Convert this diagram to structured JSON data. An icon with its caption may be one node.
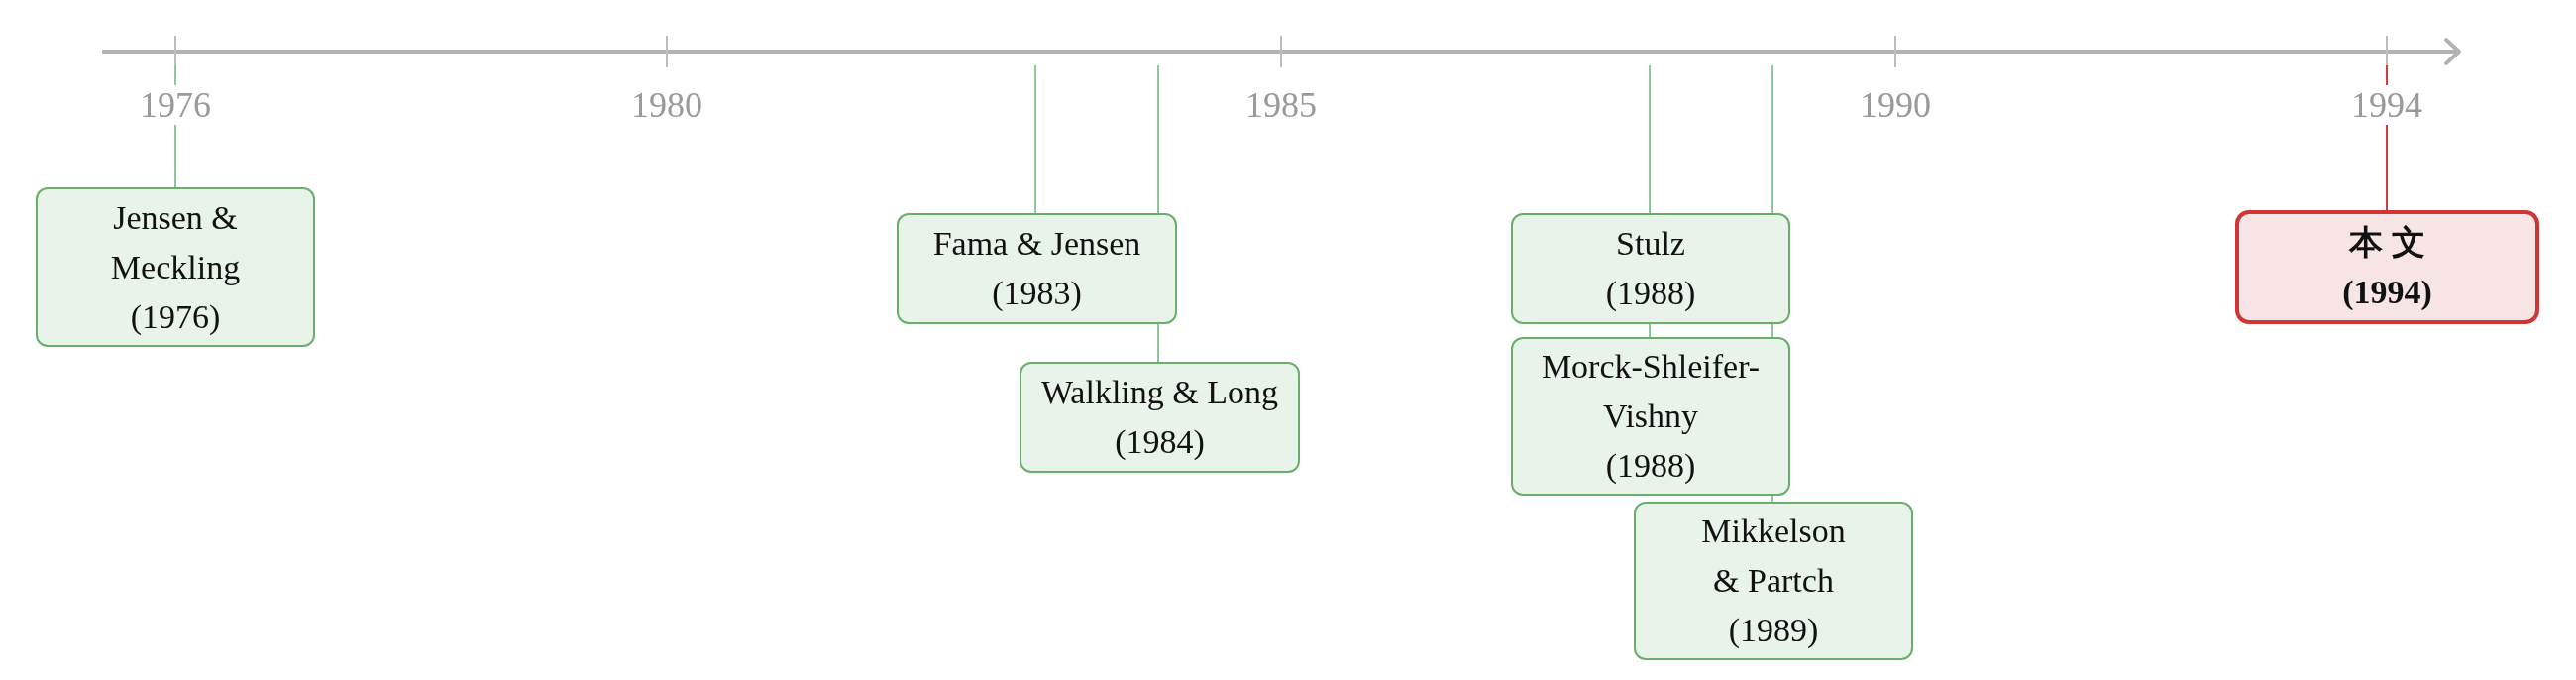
{
  "diagram": {
    "nodes": [
      {
        "text": [
          "Jensen & Meckling",
          "(1976)"
        ]
      },
      {
        "text": [
          "Fama & Jensen",
          "(1983)"
        ]
      },
      {
        "text": [
          "Walkling & Long",
          "(1984)"
        ]
      },
      {
        "text": [
          "Stulz",
          "(1988)"
        ]
      },
      {
        "text": [
          "Morck-Shleifer-Vishny",
          "(1988)"
        ]
      },
      {
        "text": [
          "Mikkelson & Partch",
          "(1989)"
        ]
      },
      {
        "text": [
          "本 文",
          "(1994)"
        ]
      }
    ],
    "edges": [
      {
        "from": null,
        "to": 0,
        "arrow": "none"
      },
      {
        "from": null,
        "to": 1,
        "arrow": "none"
      },
      {
        "from": null,
        "to": 2,
        "arrow": "none"
      },
      {
        "from": null,
        "to": 3,
        "arrow": "none"
      },
      {
        "from": null,
        "to": 4,
        "arrow": "none"
      },
      {
        "from": null,
        "to": 5,
        "arrow": "none"
      },
      {
        "from": null,
        "to": 6,
        "arrow": "none",
        "color": "#d03c3c"
      }
    ],
    "labels": [
      "1976",
      "1980",
      "1985",
      "1990",
      "1994"
    ]
  }
}
